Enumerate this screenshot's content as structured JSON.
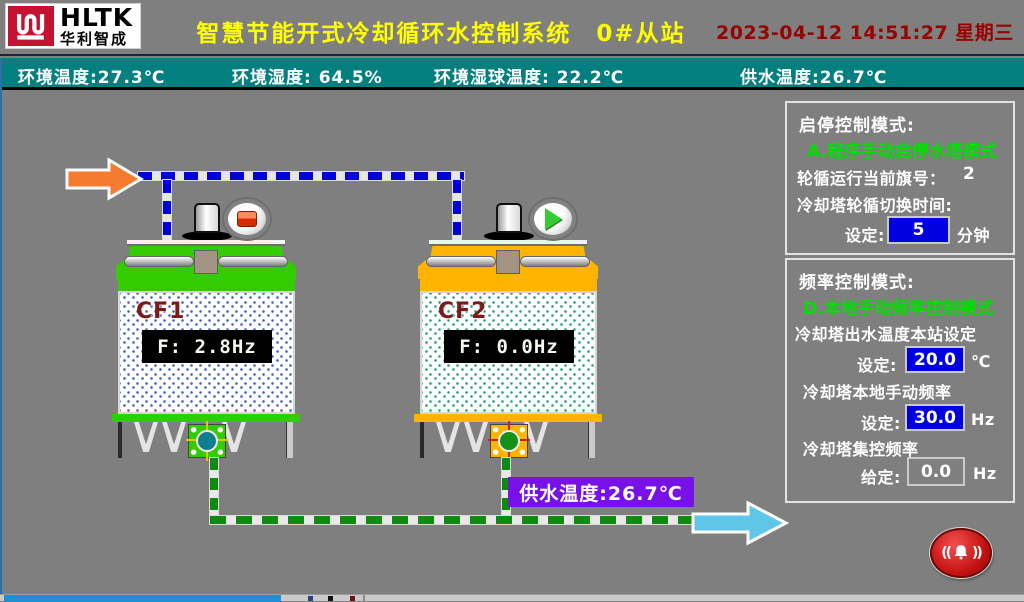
{
  "header": {
    "logo_abbr": "HLTK",
    "logo_company": "华利智成",
    "title": "智慧节能开式冷却循环水控制系统　0#从站",
    "datetime": "2023-04-12 14:51:27 星期三"
  },
  "env_bar": {
    "ambient_temp": "环境温度:27.3℃",
    "humidity": "环境湿度: 64.5%",
    "wet_bulb_temp": "环境湿球温度: 22.2℃",
    "supply_temp": "供水温度:26.7℃"
  },
  "towers": [
    {
      "id": "CF1",
      "freq": "F: 2.8Hz",
      "state": "stopped"
    },
    {
      "id": "CF2",
      "freq": "F: 0.0Hz",
      "state": "running"
    }
  ],
  "supply_pipe_label": "供水温度:26.7℃",
  "start_stop_panel": {
    "title": "启停控制模式:",
    "mode": "A.程序手动启停水塔模式",
    "cycle_flag_label": "轮循运行当前旗号：",
    "cycle_flag_value": "2",
    "switch_time_label": "冷却塔轮循切换时间:",
    "set_label": "设定:",
    "set_value": "5",
    "set_unit": "分钟"
  },
  "freq_panel": {
    "title": "频率控制模式:",
    "mode": "D.本地手动频率控制模式",
    "outlet_temp_label": "冷却塔出水温度本站设定",
    "outlet_temp_set_label": "设定:",
    "outlet_temp_value": "20.0",
    "outlet_temp_unit": "℃",
    "manual_freq_label": "冷却塔本地手动频率",
    "manual_freq_set_label": "设定:",
    "manual_freq_value": "30.0",
    "manual_freq_unit": "Hz",
    "central_freq_label": "冷却塔集控频率",
    "central_freq_set_label": "给定:",
    "central_freq_value": "0.0",
    "central_freq_unit": "Hz"
  },
  "alarm": {
    "arc_left": "((",
    "arc_right": "))"
  },
  "colors": {
    "teal_bar": "#037F7F",
    "title_yellow": "#FFFF00",
    "datetime_red": "#990000",
    "tower1_green": "#33CC00",
    "tower2_orange": "#FFB400",
    "mode_green": "#00E000",
    "input_blue": "#0000E0",
    "supply_label_purple": "#7711E8",
    "inflow_arrow_orange": "#F47B30",
    "outflow_arrow_blue": "#5FC6E8"
  }
}
